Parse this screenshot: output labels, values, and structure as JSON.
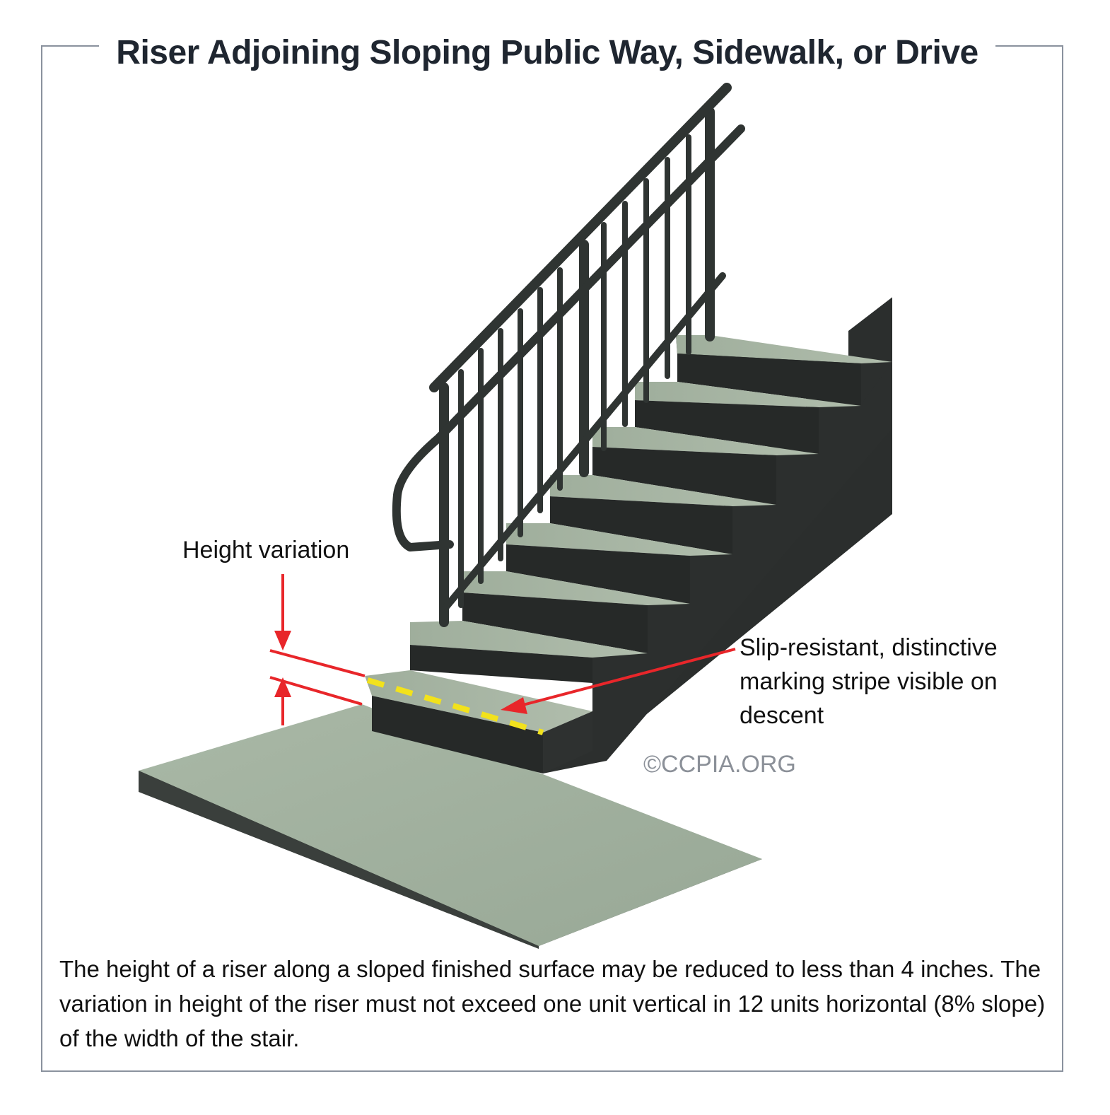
{
  "title": "Riser Adjoining Sloping Public Way, Sidewalk, or Drive",
  "labels": {
    "height_variation": "Height variation",
    "stripe": "Slip-resistant, distinctive marking stripe visible on descent"
  },
  "copyright": "©CCPIA.ORG",
  "caption": "The height of a riser along a sloped finished surface may be reduced to less than 4 inches. The variation in height of the riser must not exceed one unit vertical in 12 units horizontal (8% slope) of the width of the stair.",
  "colors": {
    "annotation": "#e8262a",
    "stripe": "#f2e21c",
    "concrete": "#9fae9d",
    "structure": "#2b2e2d",
    "frame": "#8a929e"
  }
}
